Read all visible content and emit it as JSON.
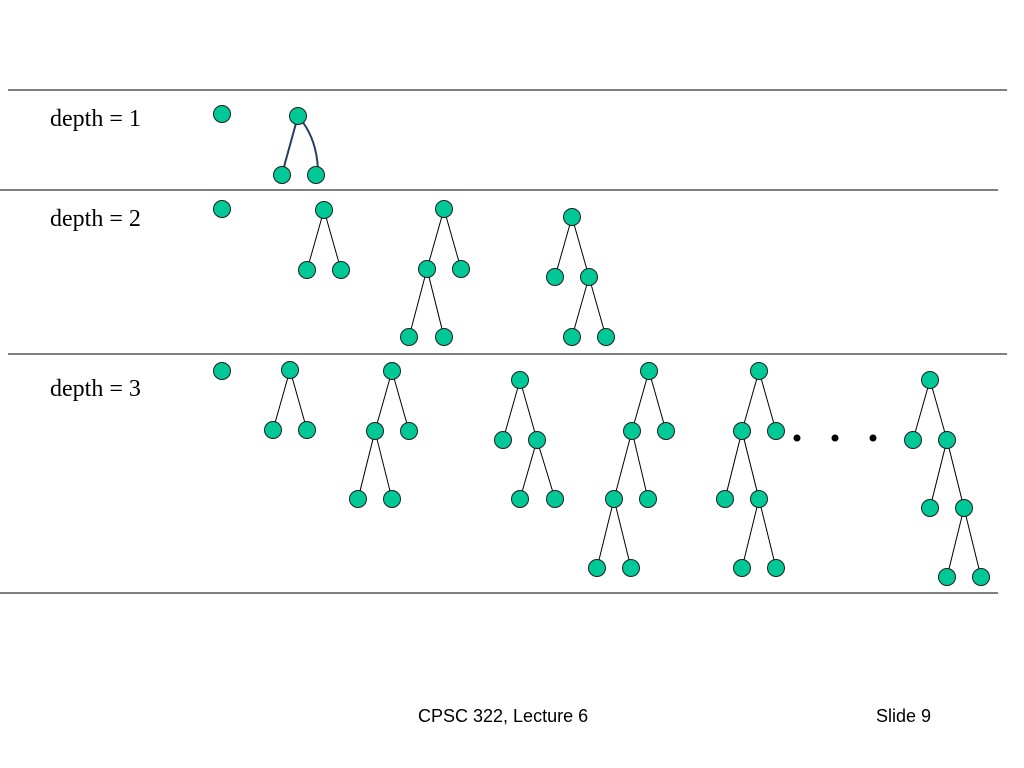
{
  "rows": [
    {
      "label": "depth = 1"
    },
    {
      "label": "depth = 2"
    },
    {
      "label": "depth = 3"
    }
  ],
  "footer": {
    "course": "CPSC 322, Lecture 6",
    "slide": "Slide 9"
  },
  "colors": {
    "node_fill": "#00c896",
    "highlight_edge": "#2b3d66"
  }
}
